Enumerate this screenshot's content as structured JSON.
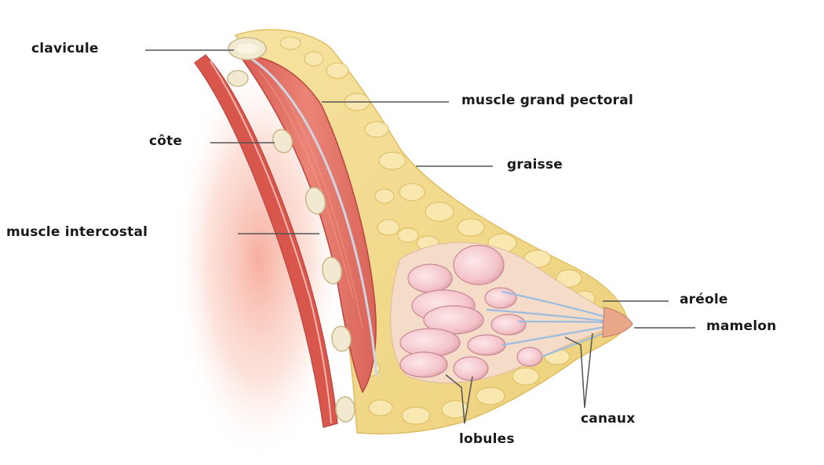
{
  "labels": {
    "clavicule": "clavicule",
    "muscle_grand_pectoral": "muscle grand pectoral",
    "cote": "côte",
    "graisse": "graisse",
    "muscle_intercostal": "muscle intercostal",
    "areole": "aréole",
    "mamelon": "mamelon",
    "canaux": "canaux",
    "lobules": "lobules"
  },
  "colors": {
    "background": "#ffffff",
    "label_text": "#1a1a1a",
    "leader_line": "#555555",
    "muscle": "#e06a5e",
    "muscle_dark": "#c94c45",
    "fat": "#f3dc8e",
    "fat_dark": "#e2c35f",
    "glow": "#f7b7a4",
    "lobule": "#f5c9cf",
    "rib": "#efe6c4",
    "duct": "#a9c8e6",
    "skin": "#f0bfa0"
  }
}
